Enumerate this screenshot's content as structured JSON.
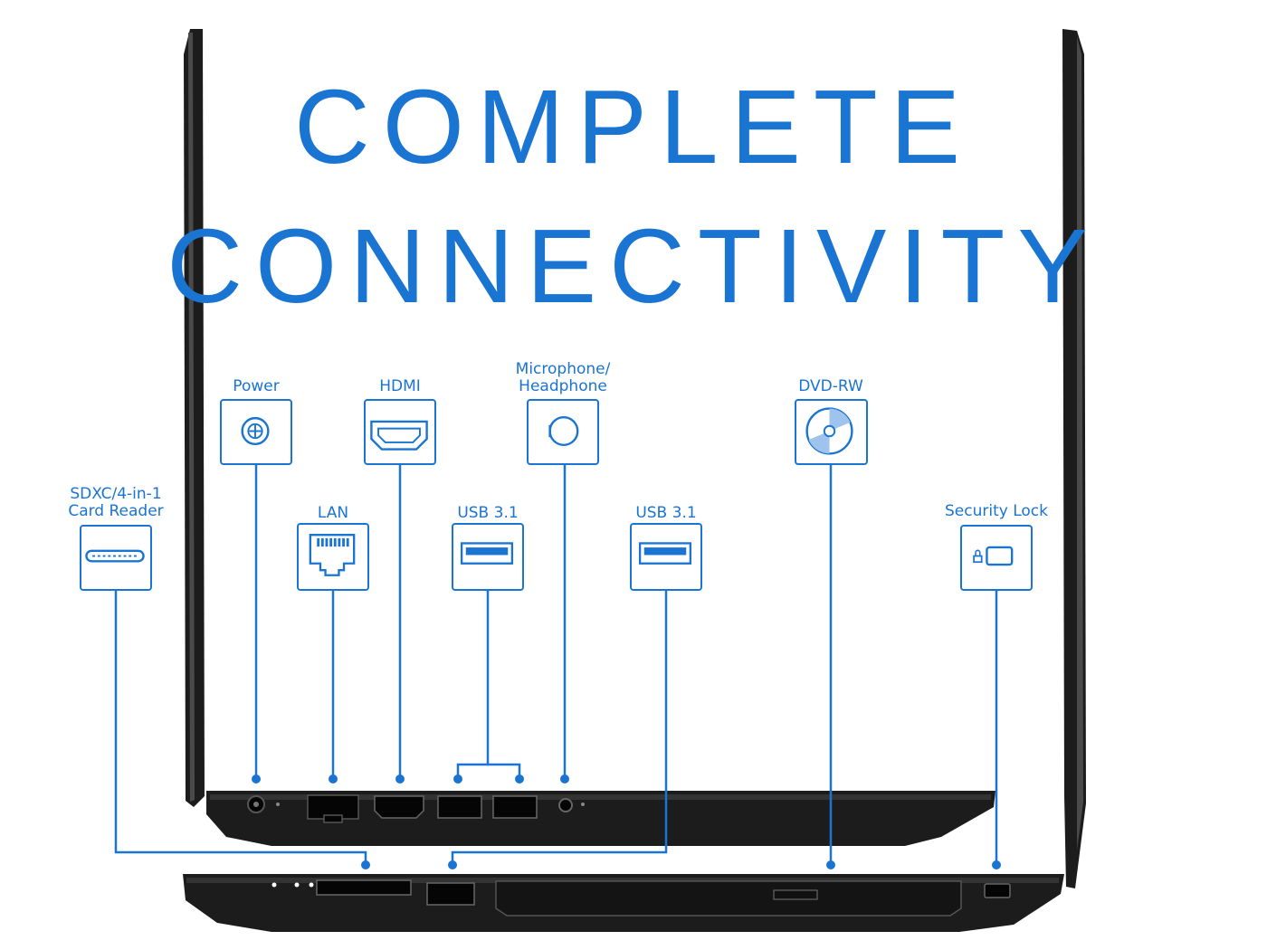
{
  "headline": {
    "line1": "COMPLETE",
    "line2": "CONNECTIVITY"
  },
  "colors": {
    "accent": "#1a74d2",
    "accent_light": "#9ec3ec",
    "laptop_body": "#1c1c1c",
    "laptop_edge": "#3a3a3a",
    "port_dark": "#050505"
  },
  "ports": [
    {
      "id": "power",
      "label": "Power",
      "icon": "power-jack-icon"
    },
    {
      "id": "lan",
      "label": "LAN",
      "icon": "ethernet-port-icon"
    },
    {
      "id": "hdmi",
      "label": "HDMI",
      "icon": "hdmi-port-icon"
    },
    {
      "id": "usb-left",
      "label": "USB 3.1",
      "icon": "usb-port-icon"
    },
    {
      "id": "audio",
      "label": "Microphone/\nHeadphone",
      "icon": "audio-jack-icon"
    },
    {
      "id": "usb-right",
      "label": "USB 3.1",
      "icon": "usb-port-icon"
    },
    {
      "id": "dvd",
      "label": "DVD-RW",
      "icon": "disc-icon"
    },
    {
      "id": "sd",
      "label": "SDXC/4-in-1\nCard Reader",
      "icon": "card-slot-icon"
    },
    {
      "id": "lock",
      "label": "Security Lock",
      "icon": "lock-slot-icon"
    }
  ]
}
